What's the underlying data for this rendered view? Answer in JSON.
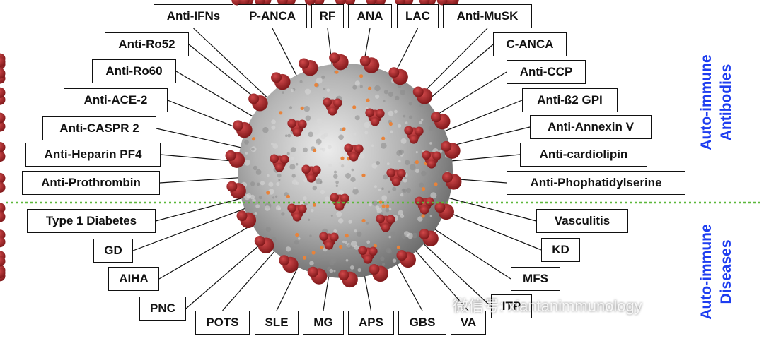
{
  "labels": {
    "anti_ifns": "Anti-IFNs",
    "p_anca": "P-ANCA",
    "rf": "RF",
    "ana": "ANA",
    "lac": "LAC",
    "anti_musk": "Anti-MuSK",
    "anti_ro52": "Anti-Ro52",
    "c_anca": "C-ANCA",
    "anti_ro60": "Anti-Ro60",
    "anti_ccp": "Anti-CCP",
    "anti_ace2": "Anti-ACE-2",
    "anti_b2gpi": "Anti-ß2 GPI",
    "anti_caspr2": "Anti-CASPR 2",
    "anti_annexin_v": "Anti-Annexin V",
    "anti_heparin_pf4": "Anti-Heparin PF4",
    "anti_cardiolipin": "Anti-cardiolipin",
    "anti_prothrombin": "Anti-Prothrombin",
    "anti_phosphatidylserine": "Anti-Phophatidylserine",
    "type1_diabetes": "Type 1 Diabetes",
    "vasculitis": "Vasculitis",
    "gd": "GD",
    "kd": "KD",
    "aiha": "AIHA",
    "mfs": "MFS",
    "pnc": "PNC",
    "pots": "POTS",
    "sle": "SLE",
    "mg": "MG",
    "aps": "APS",
    "gbs": "GBS",
    "va": "VA",
    "itp": "ITP"
  },
  "sections": {
    "antibodies_line1": "Auto-immune",
    "antibodies_line2": "Antibodies",
    "diseases_line1": "Auto-immune",
    "diseases_line2": "Diseases"
  },
  "watermark": "微信号: xiantanimmunology",
  "colors": {
    "section_label": "#1d3df0",
    "divider": "#5cb83a",
    "spike": "#a8262a",
    "virus_body": "#a9a9a9"
  }
}
